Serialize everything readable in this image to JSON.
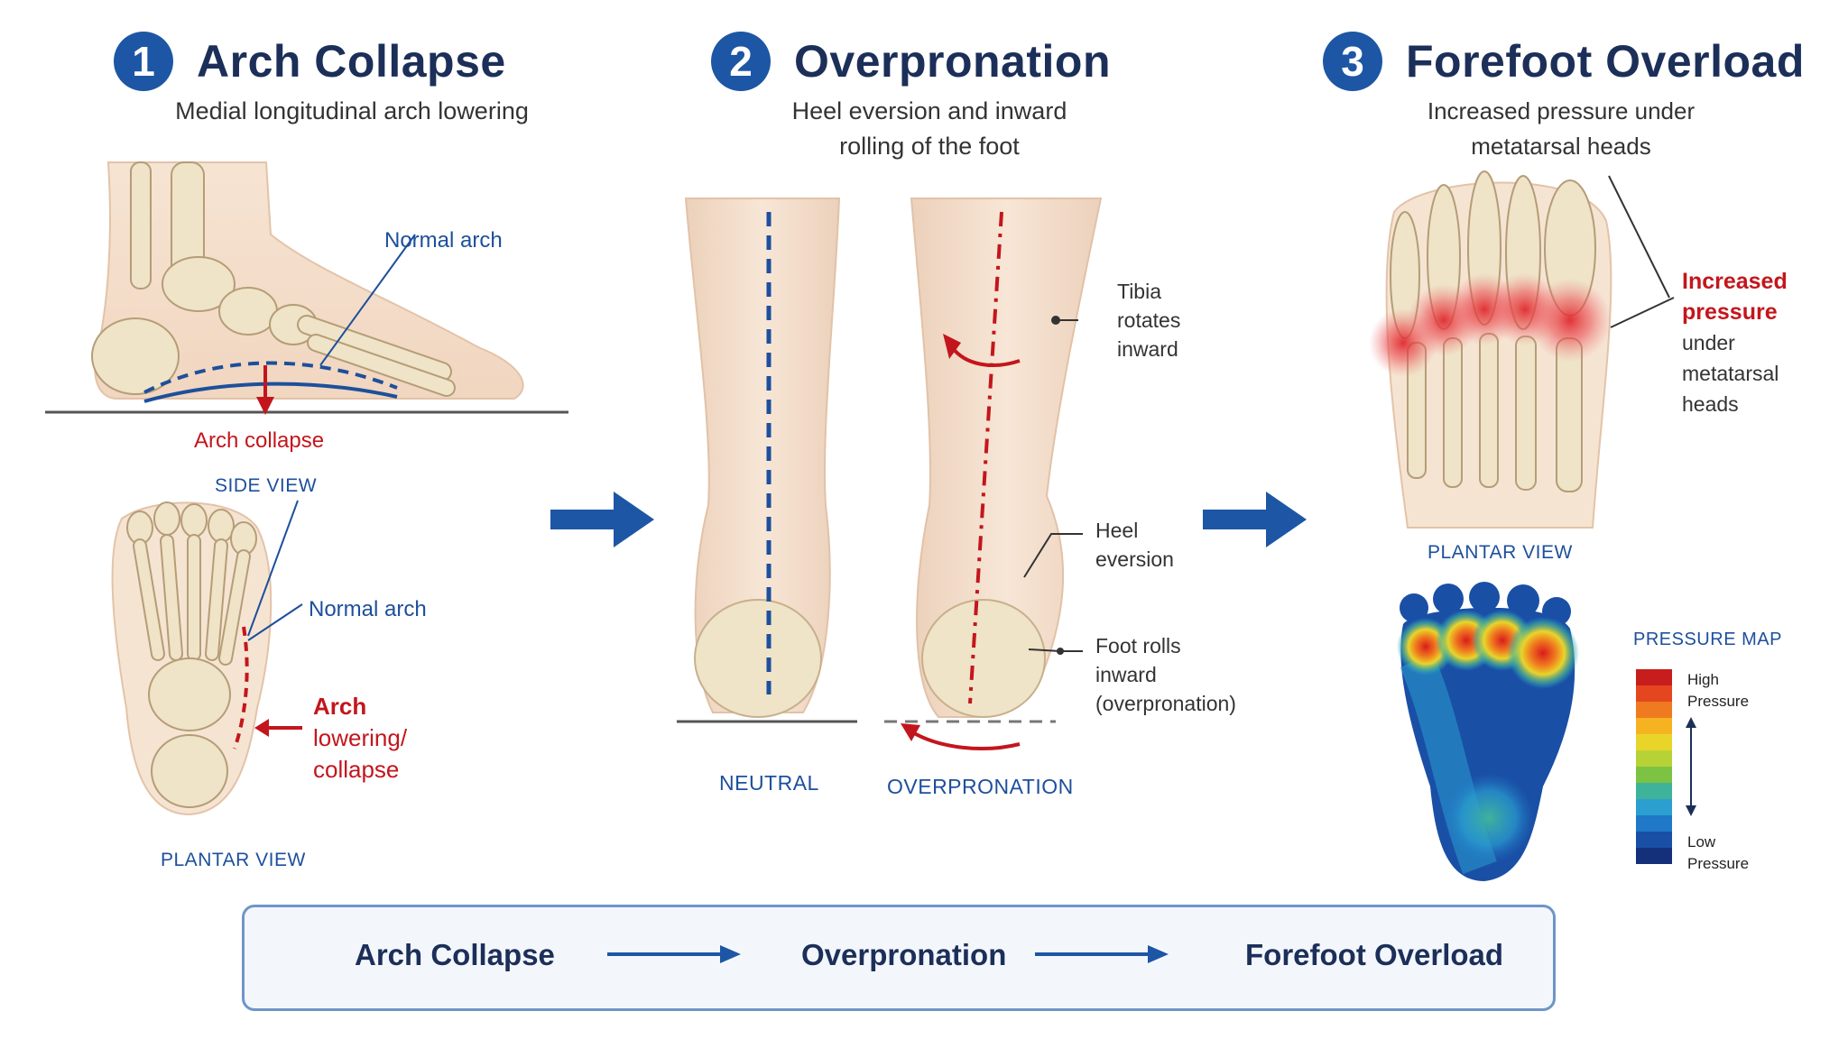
{
  "sections": [
    {
      "number": "1",
      "title": "Arch Collapse",
      "subtitle": "Medial longitudinal arch lowering",
      "side_labels": {
        "normal_arch": "Normal arch",
        "arch_collapse": "Arch collapse",
        "view": "SIDE VIEW"
      },
      "plantar_labels": {
        "normal_arch": "Normal arch",
        "collapse_line1": "Arch",
        "collapse_line2": "lowering/",
        "collapse_line3": "collapse",
        "view": "PLANTAR VIEW"
      }
    },
    {
      "number": "2",
      "title": "Overpronation",
      "subtitle_line1": "Heel eversion and inward",
      "subtitle_line2": "rolling of the foot",
      "labels": {
        "tibia_1": "Tibia",
        "tibia_2": "rotates",
        "tibia_3": "inward",
        "heel_1": "Heel",
        "heel_2": "eversion",
        "rolls_1": "Foot rolls",
        "rolls_2": "inward",
        "rolls_3": "(overpronation)",
        "neutral": "NEUTRAL",
        "overpronation": "OVERPRONATION"
      }
    },
    {
      "number": "3",
      "title": "Forefoot Overload",
      "subtitle_line1": "Increased pressure under",
      "subtitle_line2": "metatarsal heads",
      "labels": {
        "inc_1": "Increased",
        "inc_2": "pressure",
        "inc_3": "under",
        "inc_4": "metatarsal",
        "inc_5": "heads",
        "view": "PLANTAR VIEW",
        "pressure_map": "PRESSURE MAP",
        "high_1": "High",
        "high_2": "Pressure",
        "low_1": "Low",
        "low_2": "Pressure"
      }
    }
  ],
  "flow": [
    "Arch Collapse",
    "Overpronation",
    "Forefoot Overload"
  ],
  "legend_colors": [
    "#c81d1d",
    "#e4471f",
    "#f07a1f",
    "#f6b321",
    "#e9d52a",
    "#b7d235",
    "#7cc243",
    "#3fb39a",
    "#2a9fd0",
    "#1f78c8",
    "#1a4fa6",
    "#14307a"
  ],
  "colors": {
    "accent": "#1d56a4",
    "red": "#c3161c",
    "title": "#1c2f59"
  }
}
